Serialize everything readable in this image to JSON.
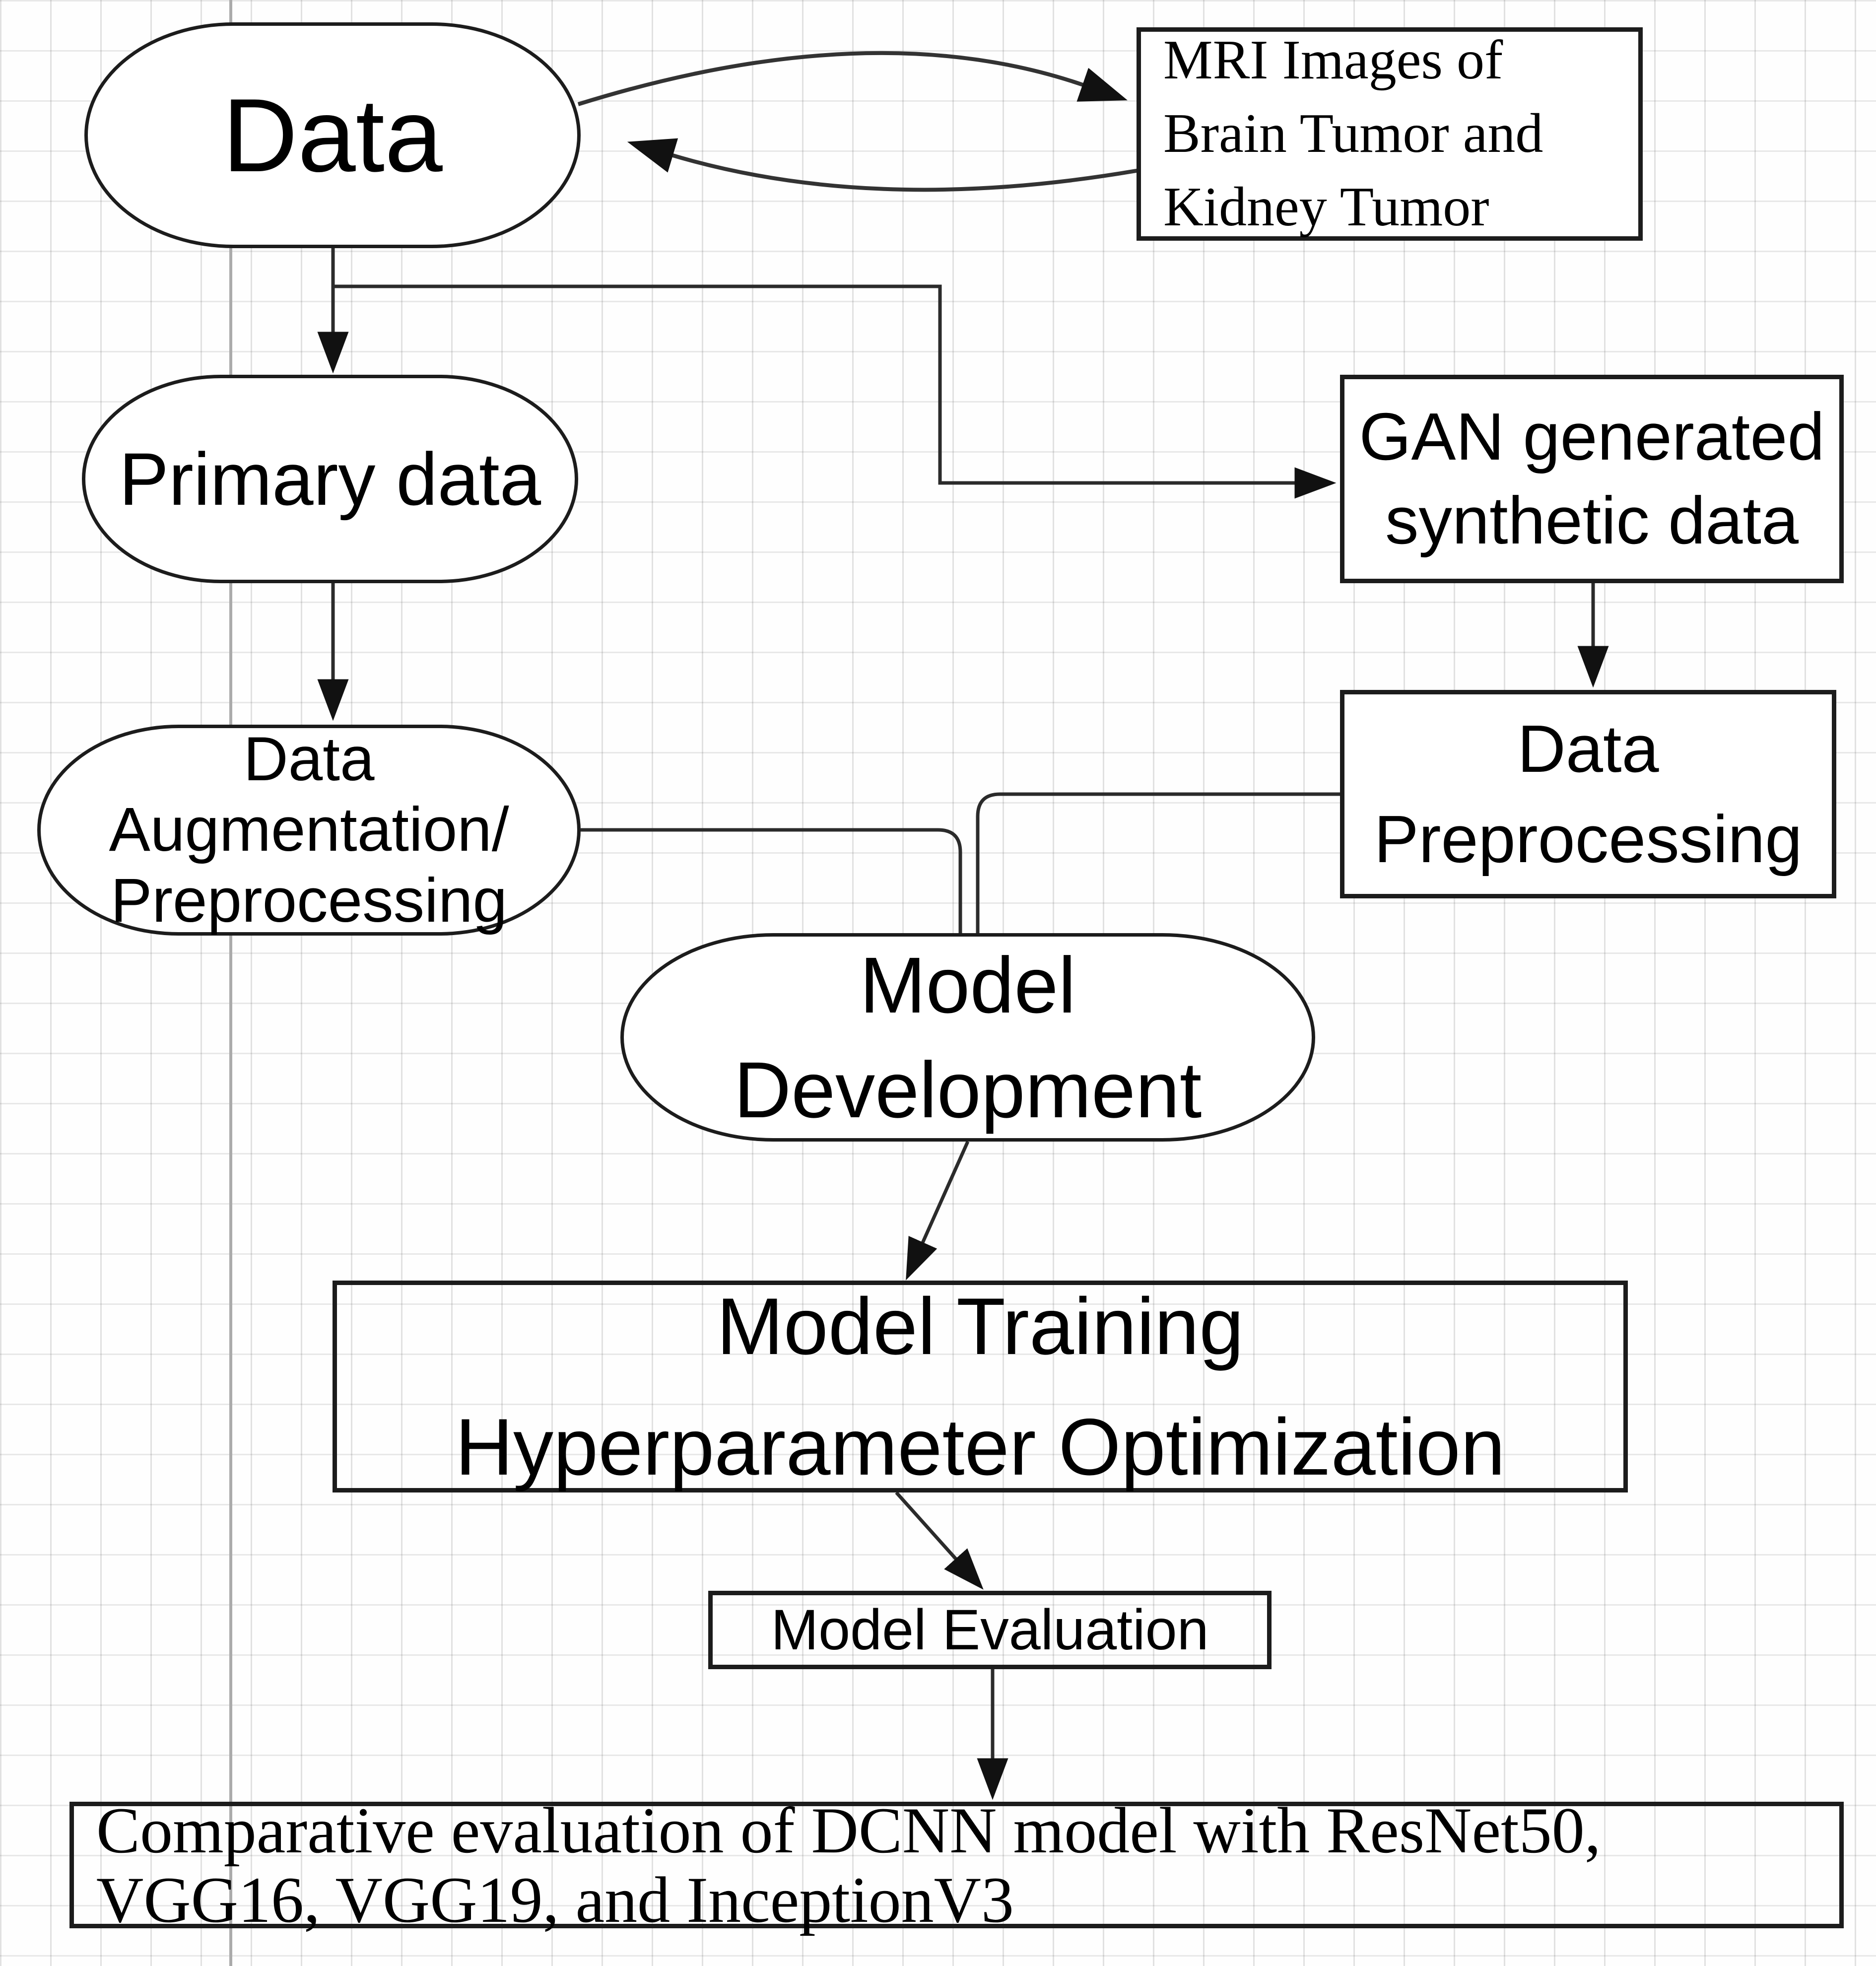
{
  "diagram": {
    "title": "Workflow flowchart: MRI tumor classification with DCNN",
    "colors": {
      "stroke": "#1c1c1c",
      "wire": "#2b2b2b",
      "grid": "#e3e3e3",
      "accent_gridline": "#ababab",
      "node_fill": "#ffffff",
      "text": "#000000"
    },
    "nodes": {
      "data": {
        "label": "Data",
        "shape": "stadium"
      },
      "mri": {
        "shape": "rect",
        "lines": {
          "0": "MRI Images of",
          "1": "Brain Tumor and",
          "2": "Kidney Tumor"
        }
      },
      "primary": {
        "label": "Primary data",
        "shape": "stadium"
      },
      "gan": {
        "shape": "rect",
        "lines": {
          "0": "GAN generated",
          "1": "synthetic data"
        }
      },
      "augment": {
        "shape": "stadium",
        "lines": {
          "0": "Data",
          "1": "Augmentation/",
          "2": "Preprocessing"
        }
      },
      "preprocess": {
        "shape": "rect",
        "lines": {
          "0": "Data",
          "1": "Preprocessing"
        }
      },
      "modeldev": {
        "shape": "stadium",
        "lines": {
          "0": "Model",
          "1": "Development"
        }
      },
      "training": {
        "shape": "rect",
        "lines": {
          "0": "Model Training",
          "1": "Hyperparameter Optimization"
        }
      },
      "evaluation": {
        "label": "Model Evaluation",
        "shape": "rect"
      },
      "comparison": {
        "shape": "rect",
        "lines": {
          "0": "Comparative evaluation of DCNN model with ResNet50,",
          "1": "VGG16, VGG19, and InceptionV3"
        }
      }
    },
    "edges": [
      {
        "from": "data",
        "to": "mri",
        "type": "curved-arrow"
      },
      {
        "from": "mri",
        "to": "data",
        "type": "curved-arrow"
      },
      {
        "from": "data",
        "to": "primary",
        "type": "arrow"
      },
      {
        "from": "data",
        "to": "gan",
        "type": "elbow-arrow"
      },
      {
        "from": "primary",
        "to": "augment",
        "type": "arrow"
      },
      {
        "from": "gan",
        "to": "preprocess",
        "type": "arrow"
      },
      {
        "from": "augment",
        "to": "modeldev",
        "type": "elbow-line"
      },
      {
        "from": "preprocess",
        "to": "modeldev",
        "type": "elbow-line"
      },
      {
        "from": "modeldev",
        "to": "training",
        "type": "arrow"
      },
      {
        "from": "training",
        "to": "evaluation",
        "type": "arrow"
      },
      {
        "from": "evaluation",
        "to": "comparison",
        "type": "arrow"
      }
    ]
  }
}
